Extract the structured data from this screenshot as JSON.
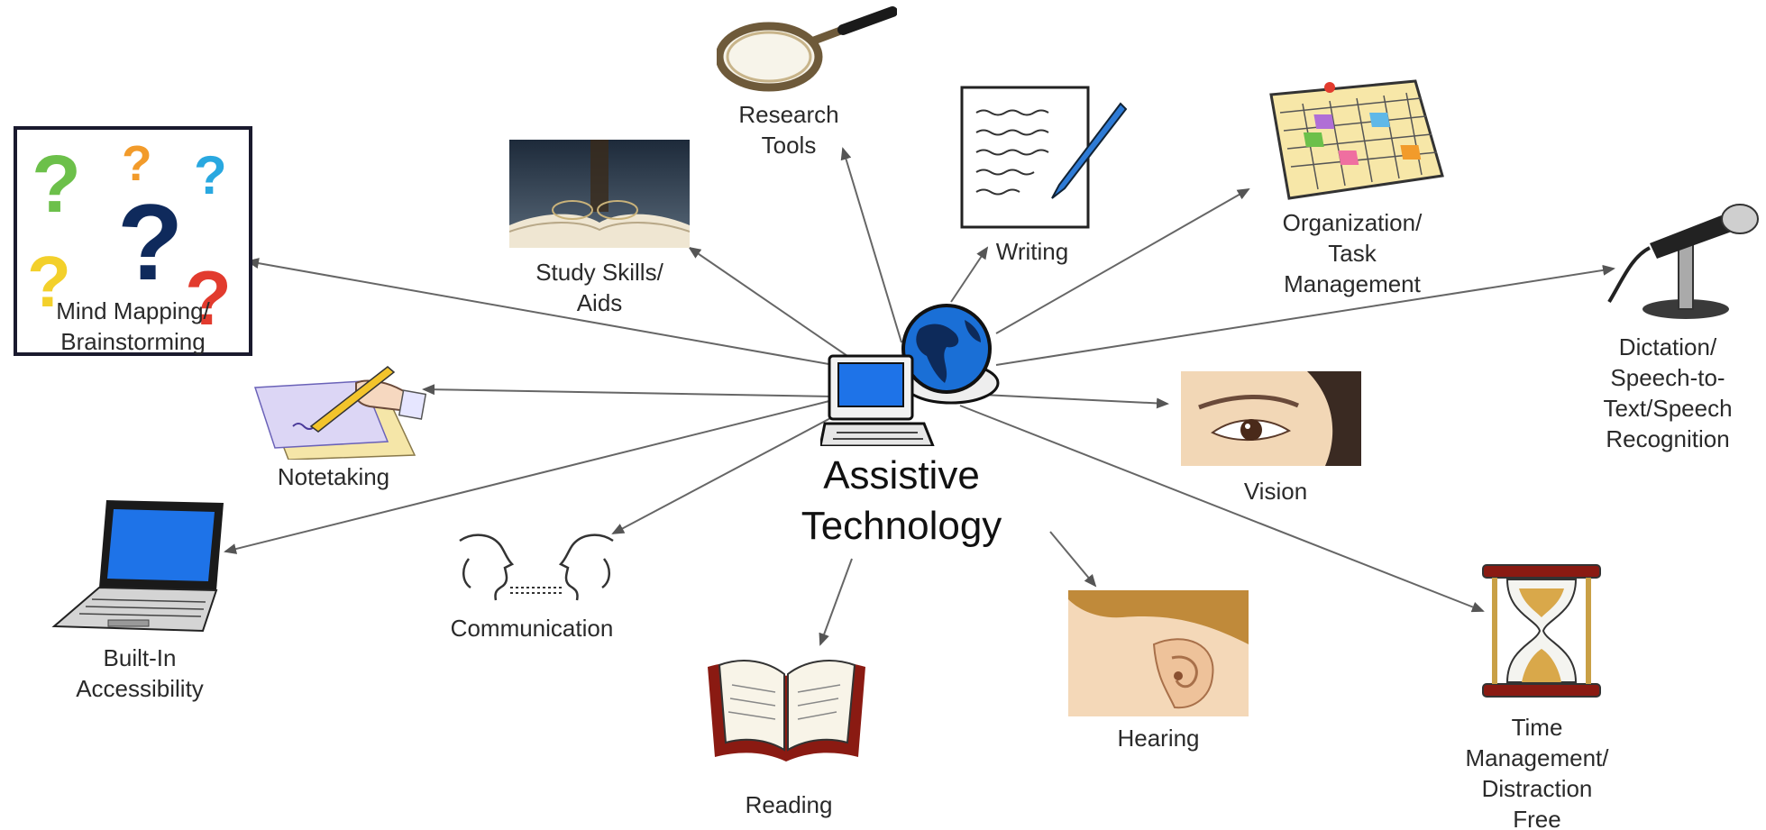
{
  "center": {
    "line1": "Assistive",
    "line2": "Technology"
  },
  "nodes": [
    {
      "id": "mind-mapping",
      "lines": [
        "Mind Mapping/",
        "Brainstorming"
      ],
      "icon": "question-marks-icon"
    },
    {
      "id": "study-skills",
      "lines": [
        "Study Skills/",
        "Aids"
      ],
      "icon": "book-glasses-icon"
    },
    {
      "id": "research-tools",
      "lines": [
        "Research",
        "Tools"
      ],
      "icon": "magnifying-glass-icon"
    },
    {
      "id": "writing",
      "lines": [
        "Writing"
      ],
      "icon": "pen-paper-icon"
    },
    {
      "id": "organization",
      "lines": [
        "Organization/",
        "Task",
        "Management"
      ],
      "icon": "calendar-icon"
    },
    {
      "id": "dictation",
      "lines": [
        "Dictation/",
        "Speech-to-",
        "Text/Speech",
        "Recognition"
      ],
      "icon": "microphone-icon"
    },
    {
      "id": "vision",
      "lines": [
        "Vision"
      ],
      "icon": "eye-icon"
    },
    {
      "id": "time-management",
      "lines": [
        "Time",
        "Management/",
        "Distraction",
        "Free"
      ],
      "icon": "hourglass-icon"
    },
    {
      "id": "hearing",
      "lines": [
        "Hearing"
      ],
      "icon": "ear-icon"
    },
    {
      "id": "reading",
      "lines": [
        "Reading"
      ],
      "icon": "open-book-icon"
    },
    {
      "id": "communication",
      "lines": [
        "Communication"
      ],
      "icon": "faces-talking-icon"
    },
    {
      "id": "built-in",
      "lines": [
        "Built-In",
        "Accessibility"
      ],
      "icon": "laptop-icon"
    },
    {
      "id": "notetaking",
      "lines": [
        "Notetaking"
      ],
      "icon": "hand-writing-icon"
    }
  ],
  "colors": {
    "arrow": "#555555",
    "globe_blue": "#1a6fd6",
    "globe_land": "#0d2a5a",
    "screen_blue": "#1e73e8"
  }
}
